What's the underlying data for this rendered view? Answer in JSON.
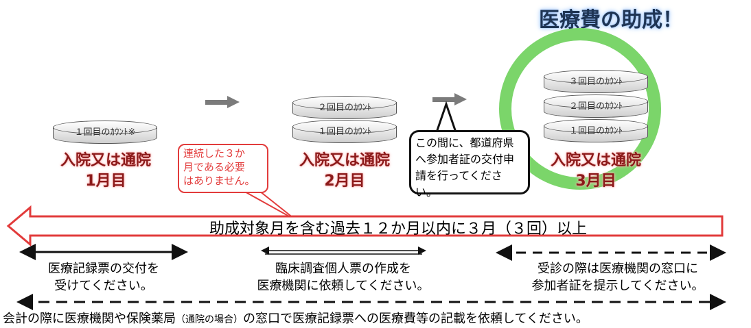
{
  "title": "医療費の助成！",
  "months": [
    {
      "label_line1": "入院又は通院",
      "label_line2": "1月目",
      "discs": [
        "１回目のｶｳﾝﾄ※"
      ]
    },
    {
      "label_line1": "入院又は通院",
      "label_line2": "2月目",
      "discs": [
        "２回目のｶｳﾝﾄ",
        "１回目のｶｳﾝﾄ"
      ]
    },
    {
      "label_line1": "入院又は通院",
      "label_line2": "3月目",
      "discs": [
        "３回目のｶｳﾝﾄ",
        "２回目のｶｳﾝﾄ",
        "１回目のｶｳﾝﾄ"
      ]
    }
  ],
  "bubble_red": {
    "lines": [
      "連続した３か",
      "月である必要",
      "はありません。"
    ]
  },
  "bubble_black": {
    "lines": [
      "この間に、都道府県",
      "へ参加者証の交付申",
      "請を行ってください。"
    ]
  },
  "banner": "助成対象月を含む過去１２か月以内に３月（３回）以上",
  "notes": [
    {
      "line1": "医療記録票の交付を",
      "line2": "受けてください。"
    },
    {
      "line1": "臨床調査個人票の作成を",
      "line2": "医療機関に依頼してください。"
    },
    {
      "line1": "受診の際は医療機関の窓口に",
      "line2": "参加者証を提示してください。"
    }
  ],
  "footer": {
    "part1": "会計の際に医療機関や保険薬局",
    "small": "（通院の場合）",
    "part2": "の窓口で医療記録票への医療費等の記載を依頼してください。"
  },
  "colors": {
    "accent_red": "#e23b3b",
    "circle_green": "#7bd56a",
    "month_red": "#8b1a1a",
    "title_navy": "#1f3554"
  }
}
